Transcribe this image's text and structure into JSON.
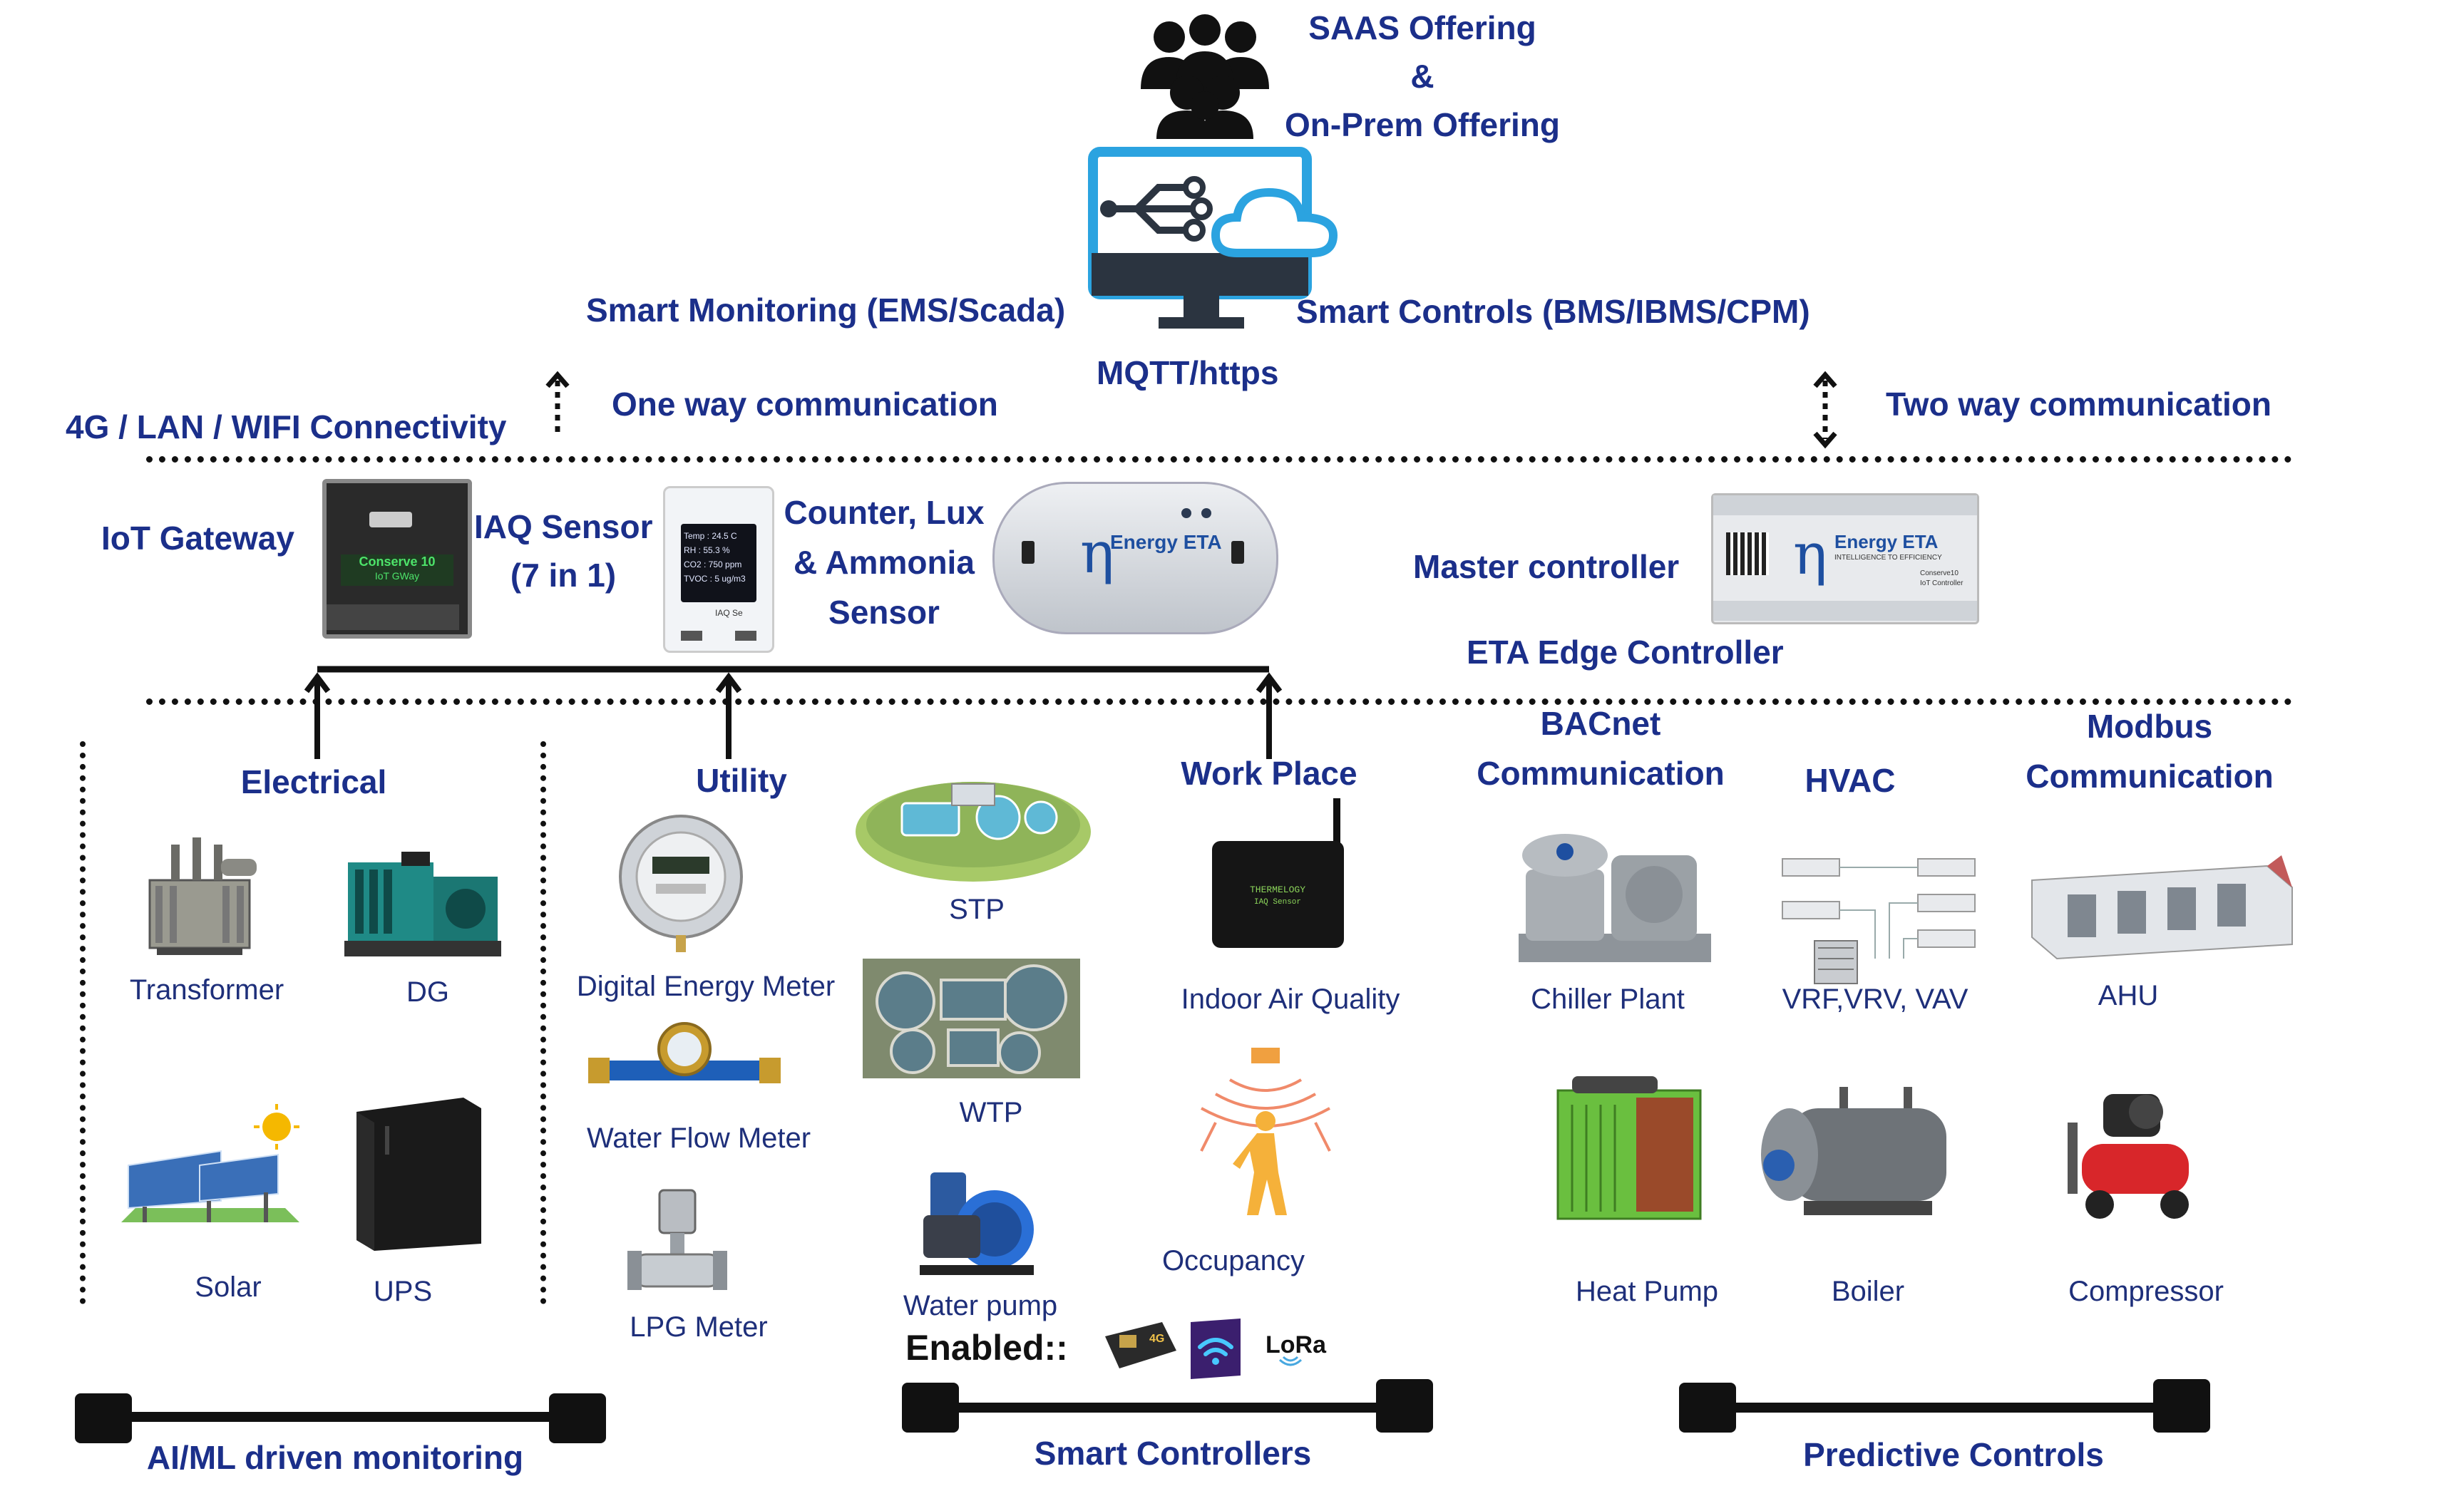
{
  "top": {
    "saas_line1": "SAAS Offering",
    "saas_amp": "&",
    "saas_line2": "On-Prem Offering",
    "smart_monitoring": "Smart Monitoring (EMS/Scada)",
    "smart_controls": "Smart Controls (BMS/IBMS/CPM)",
    "mqtt": "MQTT/https",
    "connectivity": "4G / LAN / WIFI Connectivity",
    "one_way": "One way communication",
    "two_way": "Two way communication"
  },
  "devices": {
    "iot_gateway": "IoT Gateway",
    "iaq_line1": "IAQ Sensor",
    "iaq_line2": "(7 in 1)",
    "counter_line1": "Counter, Lux",
    "counter_line2": "& Ammonia",
    "counter_line3": "Sensor",
    "master_controller": "Master controller",
    "eta_edge": "ETA Edge Controller",
    "gateway_text1": "Conserve 10",
    "gateway_text2": "IoT GWay",
    "iaq_screen": [
      "Temp : 24.5 C",
      "RH : 55.3 %",
      "CO2 : 750 ppm",
      "TVOC : 5 ug/m3"
    ],
    "iaq_foot": "IAQ Se",
    "sensor_brand": "Energy ETA",
    "controller_brand": "Energy ETA",
    "controller_tag": "INTELLIGENCE TO EFFICIENCY",
    "controller_model1": "Conserve10",
    "controller_model2": "IoT Controller",
    "iaq_device_name": "THERMELOGY",
    "iaq_device_sub": "IAQ Sensor"
  },
  "sections": {
    "electrical": "Electrical",
    "utility": "Utility",
    "work_place": "Work Place",
    "bacnet_line1": "BACnet",
    "bacnet_line2": "Communication",
    "hvac": "HVAC",
    "modbus_line1": "Modbus",
    "modbus_line2": "Communication"
  },
  "items": {
    "transformer": "Transformer",
    "dg": "DG",
    "solar": "Solar",
    "ups": "UPS",
    "digital_energy_meter": "Digital Energy Meter",
    "water_flow_meter": "Water Flow Meter",
    "lpg_meter": "LPG Meter",
    "stp": "STP",
    "wtp": "WTP",
    "water_pump": "Water pump",
    "indoor_air_quality": "Indoor Air Quality",
    "occupancy": "Occupancy",
    "chiller_plant": "Chiller Plant",
    "vrf": "VRF,VRV, VAV",
    "ahu": "AHU",
    "heat_pump": "Heat Pump",
    "boiler": "Boiler",
    "compressor": "Compressor"
  },
  "bottom": {
    "enabled": "Enabled::",
    "badge_4g": "4G",
    "lora": "LoRa",
    "ai_ml": "AI/ML driven monitoring",
    "smart_controllers": "Smart Controllers",
    "predictive": "Predictive Controls"
  },
  "colors": {
    "label_blue": "#1b2f8a",
    "caption_blue": "#1e2f7a",
    "monitor_blue": "#2ba3e0",
    "dark": "#111111"
  }
}
